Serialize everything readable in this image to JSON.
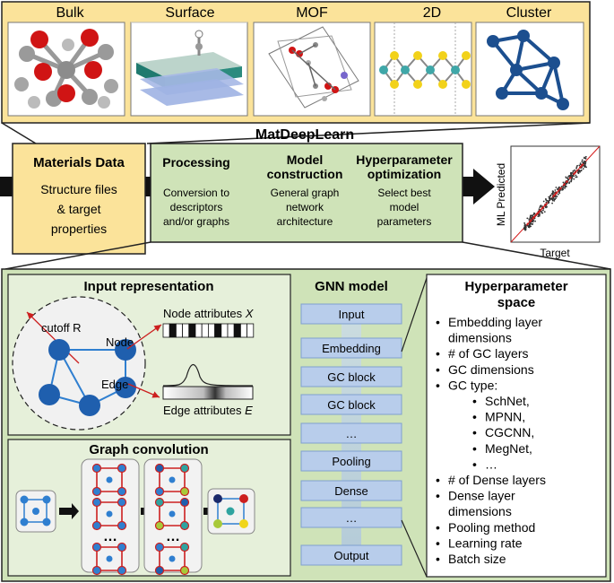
{
  "colors": {
    "panel_yellow": "#fbe39a",
    "panel_green": "#cfe3b8",
    "panel_light_green": "#e6f0da",
    "gnn_box": "#b8cdeb",
    "node_blue": "#1f5fae",
    "edge_blue": "#2f7fd0",
    "red": "#cc1f1f",
    "arrow_black": "#111111"
  },
  "materials_strip": {
    "labels": [
      "Bulk",
      "Surface",
      "MOF",
      "2D",
      "Cluster"
    ]
  },
  "main_title": "MatDeepLearn",
  "materials_data": {
    "title": "Materials Data",
    "desc_lines": [
      "Structure files",
      "& target",
      "properties"
    ]
  },
  "steps": [
    {
      "title_lines": [
        "Processing"
      ],
      "desc_lines": [
        "Conversion to",
        "descriptors",
        "and/or graphs"
      ]
    },
    {
      "title_lines": [
        "Model",
        "construction"
      ],
      "desc_lines": [
        "General graph",
        "network",
        "architecture"
      ]
    },
    {
      "title_lines": [
        "Hyperparameter",
        "optimization"
      ],
      "desc_lines": [
        "Select best",
        "model",
        "parameters"
      ]
    }
  ],
  "parity_plot": {
    "xlabel": "Target",
    "ylabel": "ML Predicted"
  },
  "input_representation": {
    "title": "Input representation",
    "cutoff_label": "cutoff R",
    "node_label": "Node",
    "edge_label": "Edge",
    "node_attr_label": "Node attributes",
    "node_attr_symbol": "X",
    "edge_attr_label": "Edge attributes",
    "edge_attr_symbol": "E"
  },
  "graph_convolution": {
    "title": "Graph convolution",
    "ellipsis": "…"
  },
  "gnn_model": {
    "title": "GNN model",
    "layers": [
      "Input",
      "Embedding",
      "GC block",
      "GC block",
      "…",
      "Pooling",
      "Dense",
      "…",
      "Output"
    ]
  },
  "hyperparameter_space": {
    "title_lines": [
      "Hyperparameter",
      "space"
    ],
    "items": [
      {
        "lines": [
          "Embedding layer",
          "dimensions"
        ]
      },
      {
        "lines": [
          "# of GC layers"
        ]
      },
      {
        "lines": [
          "GC dimensions"
        ]
      },
      {
        "lines": [
          "GC type:"
        ]
      },
      {
        "lines": [
          "SchNet,"
        ],
        "sub": true
      },
      {
        "lines": [
          "MPNN,"
        ],
        "sub": true
      },
      {
        "lines": [
          "CGCNN,"
        ],
        "sub": true
      },
      {
        "lines": [
          "MegNet,"
        ],
        "sub": true
      },
      {
        "lines": [
          "…"
        ],
        "sub": true
      },
      {
        "lines": [
          "# of Dense layers"
        ]
      },
      {
        "lines": [
          "Dense layer",
          "dimensions"
        ]
      },
      {
        "lines": [
          "Pooling method"
        ]
      },
      {
        "lines": [
          "Learning rate"
        ]
      },
      {
        "lines": [
          "Batch size"
        ]
      }
    ]
  }
}
